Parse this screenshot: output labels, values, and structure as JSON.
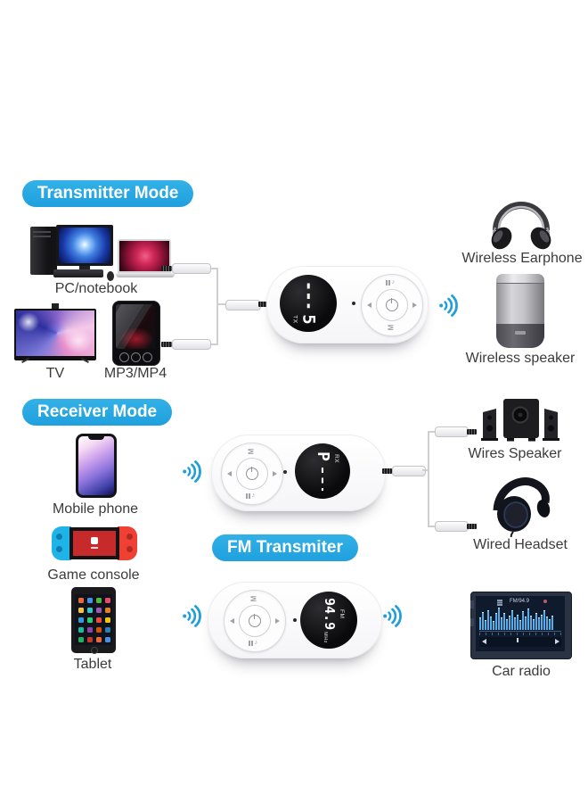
{
  "colors": {
    "badge": "#29a9e2",
    "wireless": "#1f9ed9",
    "label": "#3b3b3b",
    "eq_bar": "#56aee8"
  },
  "badges": {
    "transmitter": "Transmitter Mode",
    "receiver": "Receiver Mode",
    "fm": "FM Transmiter"
  },
  "labels": {
    "pc": "PC/notebook",
    "tv": "TV",
    "mp3": "MP3/MP4",
    "wireless_earphone": "Wireless Earphone",
    "wireless_speaker": "Wireless speaker",
    "mobile_phone": "Mobile phone",
    "game_console": "Game console",
    "tablet": "Tablet",
    "wires_speaker": "Wires Speaker",
    "wired_headset": "Wired Headset",
    "car_radio": "Car radio"
  },
  "icons": {
    "note": "♪"
  },
  "devices": {
    "transmitter": {
      "display_value": "5",
      "display_tag": "TX",
      "mode_key": "M"
    },
    "receiver": {
      "display_value": "P",
      "display_tag": "RX",
      "mode_key": "M"
    },
    "fm": {
      "display_value": "94.9",
      "display_tag": "FM",
      "display_unit": "MHz",
      "mode_key": "M"
    }
  },
  "car_radio": {
    "status_text": "FM/94.9",
    "equalizer": [
      0.5,
      0.75,
      0.4,
      0.85,
      0.55,
      0.35,
      0.7,
      0.95,
      0.5,
      0.72,
      0.45,
      0.6,
      0.85,
      0.5,
      0.65,
      0.4,
      0.78,
      0.55,
      0.9,
      0.6,
      0.45,
      0.72,
      0.5,
      0.65,
      0.82,
      0.55,
      0.42,
      0.6
    ],
    "tablet_icons": [
      "#e8683a",
      "#4a90e2",
      "#50b83c",
      "#e94b6a",
      "#f5c242",
      "#35c4c8",
      "#9b59b6",
      "#e67e22",
      "#3498db",
      "#2ecc71",
      "#e74c3c",
      "#f1c40f",
      "#1abc9c",
      "#8e44ad",
      "#d35400",
      "#2980b9",
      "#27ae60",
      "#c0392b",
      "#e8683a",
      "#4a90e2"
    ]
  }
}
